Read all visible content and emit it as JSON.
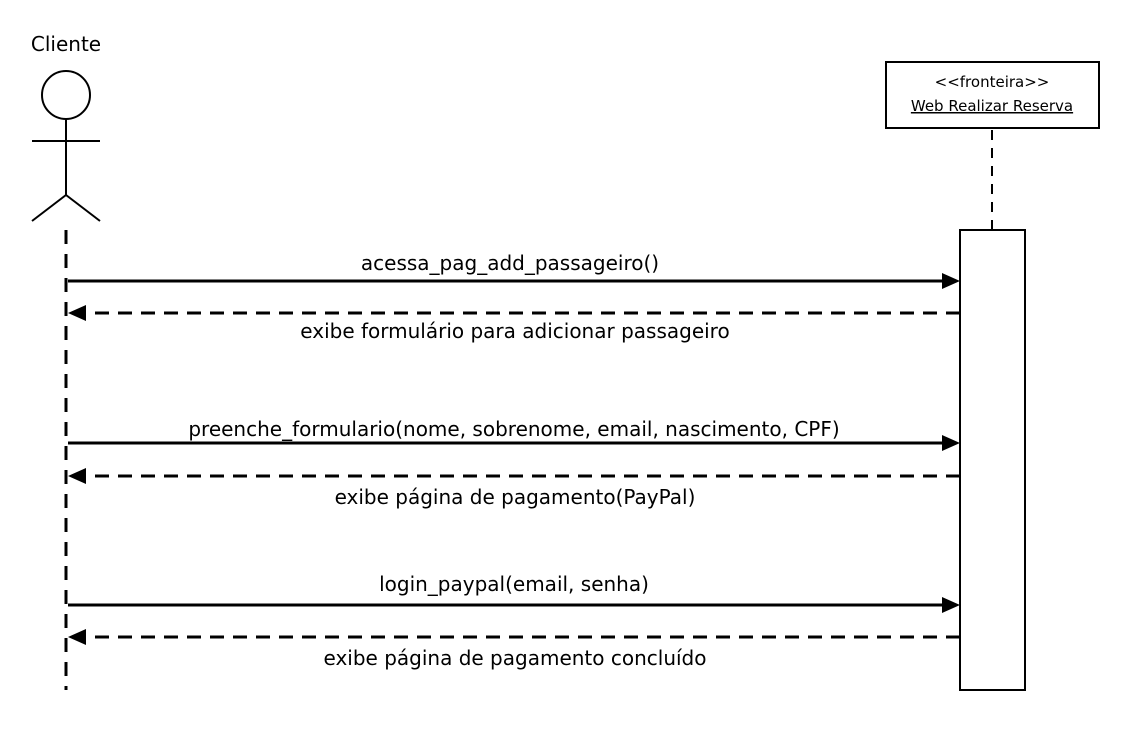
{
  "actor": {
    "name": "Cliente",
    "icon": "stick-figure-icon"
  },
  "boundary": {
    "stereotype": "<<fronteira>>",
    "name": "Web Realizar Reserva"
  },
  "messages": [
    {
      "label": "acessa_pag_add_passageiro()",
      "kind": "call"
    },
    {
      "label": "exibe formulário para adicionar passageiro",
      "kind": "return"
    },
    {
      "label": "preenche_formulario(nome, sobrenome, email, nascimento, CPF)",
      "kind": "call"
    },
    {
      "label": "exibe página de pagamento(PayPal)",
      "kind": "return"
    },
    {
      "label": "login_paypal(email, senha)",
      "kind": "call"
    },
    {
      "label": "exibe página de pagamento concluído",
      "kind": "return"
    }
  ]
}
